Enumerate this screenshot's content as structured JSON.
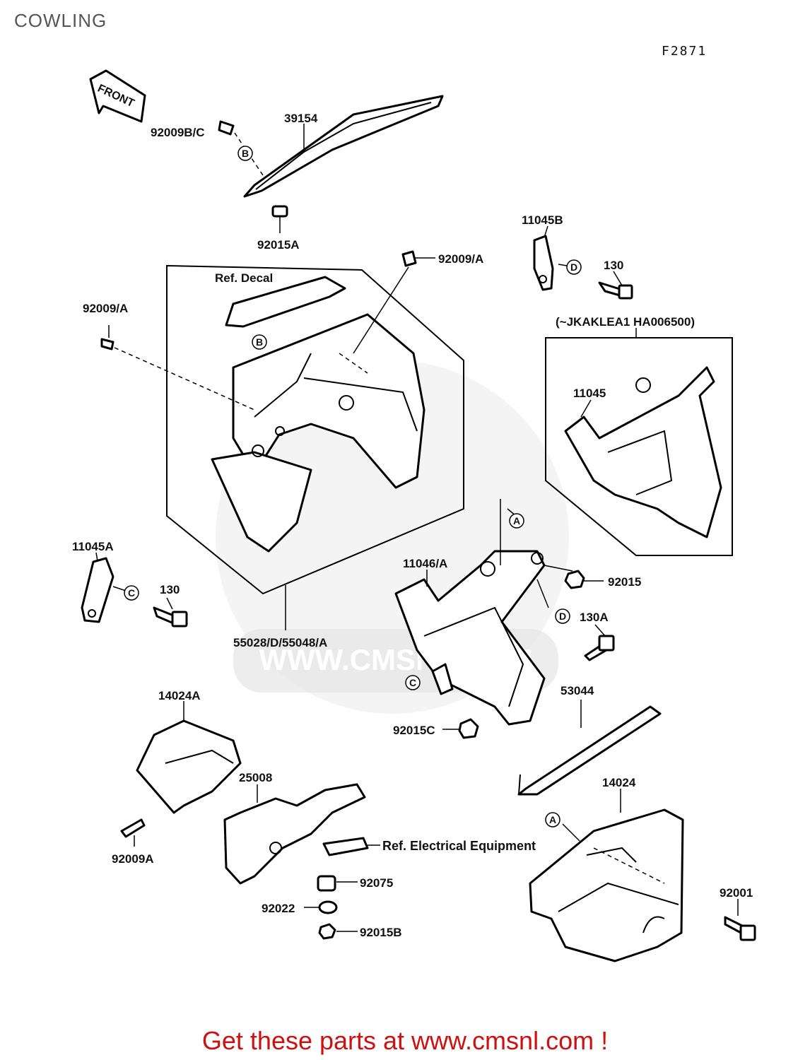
{
  "header": {
    "title": "COWLING",
    "figure_code": "F2871"
  },
  "arrow_label": "FRONT",
  "callouts": {
    "p39154": "39154",
    "p92009BC": "92009B/C",
    "p92015A": "92015A",
    "p92009A_top": "92009/A",
    "p92009A_left": "92009/A",
    "ref_decal": "Ref. Decal",
    "p11045B": "11045B",
    "p130_right": "130",
    "serial_note": "(~JKAKLEA1 HA006500)",
    "p11045": "11045",
    "p11045A": "11045A",
    "p130_left": "130",
    "p11046A": "11046/A",
    "p92015": "92015",
    "p130A": "130A",
    "p55028": "55028/D/55048/A",
    "p53044": "53044",
    "p92015C": "92015C",
    "p14024A": "14024A",
    "p25008": "25008",
    "ref_electrical": "Ref. Electrical Equipment",
    "p14024": "14024",
    "p92009A_bottom": "92009A",
    "p92075": "92075",
    "p92022": "92022",
    "p92015B": "92015B",
    "p92001": "92001"
  },
  "reference_letters": {
    "b1": "B",
    "b2": "B",
    "d1": "D",
    "d2": "D",
    "a1": "A",
    "a2": "A",
    "c1": "C",
    "c2": "C"
  },
  "watermark": "WWW.CMSNL.COM",
  "footer": {
    "cta": "Get these parts at www.cmsnl.com !"
  },
  "colors": {
    "footer_text": "#cc1111",
    "line_art": "#000000",
    "watermark": "#e6e6e6"
  }
}
